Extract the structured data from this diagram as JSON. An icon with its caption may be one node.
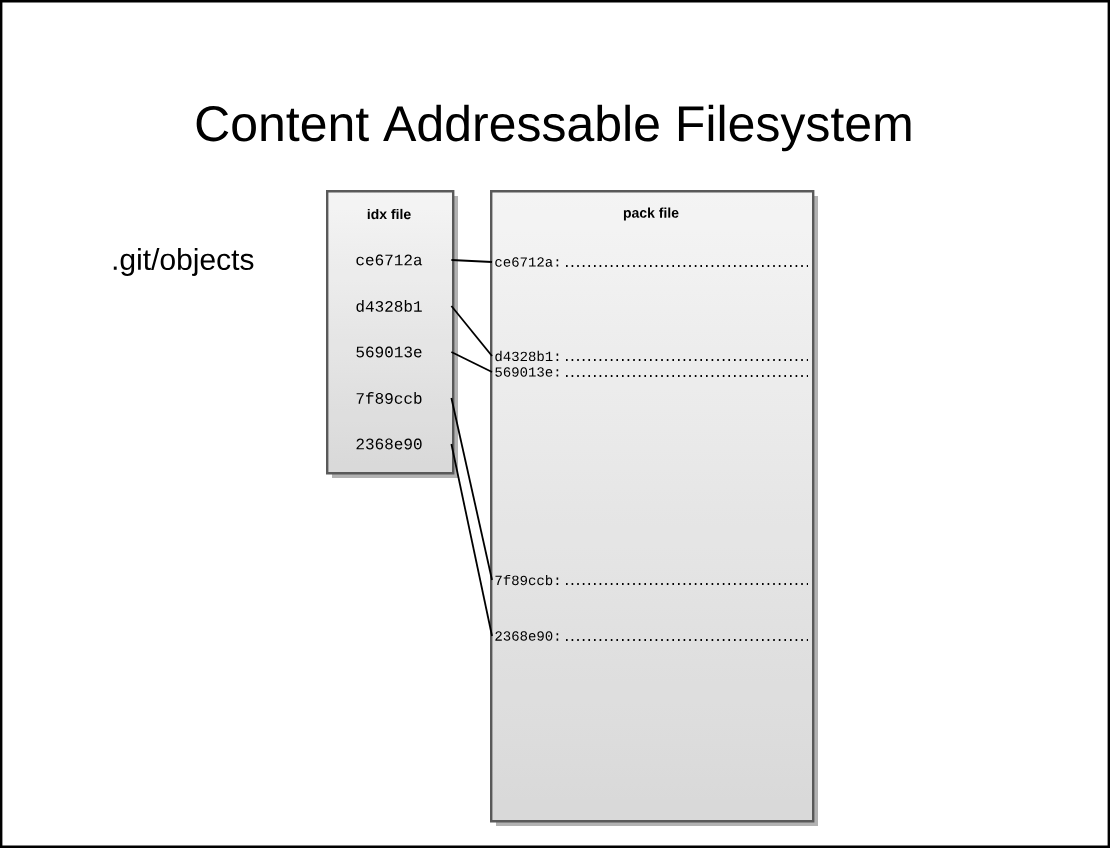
{
  "diagram": {
    "title": "Content Addressable Filesystem",
    "nodes": [
      {
        "text": [
          "idx file"
        ]
      },
      {
        "text": [
          "ce6712a"
        ],
        "in": 0
      },
      {
        "text": [
          "d4328b1"
        ],
        "in": 0
      },
      {
        "text": [
          "569013e"
        ],
        "in": 0
      },
      {
        "text": [
          "7f89ccb"
        ],
        "in": 0
      },
      {
        "text": [
          "2368e90"
        ],
        "in": 0
      },
      {
        "text": [
          "pack file"
        ]
      },
      {
        "text": [
          "ce6712a:"
        ],
        "in": 6
      },
      {
        "text": [
          "d4328b1:"
        ],
        "in": 6
      },
      {
        "text": [
          "569013e:"
        ],
        "in": 6
      },
      {
        "text": [
          "7f89ccb:"
        ],
        "in": 6
      },
      {
        "text": [
          "2368e90:"
        ],
        "in": 6
      }
    ],
    "edges": [
      {
        "from": 1,
        "to": 7,
        "arrow": "none"
      },
      {
        "from": 2,
        "to": 8,
        "arrow": "none"
      },
      {
        "from": 3,
        "to": 9,
        "arrow": "none"
      },
      {
        "from": 4,
        "to": 10,
        "arrow": "none"
      },
      {
        "from": 5,
        "to": 11,
        "arrow": "none"
      }
    ],
    "labels": [
      ".git/objects"
    ]
  }
}
